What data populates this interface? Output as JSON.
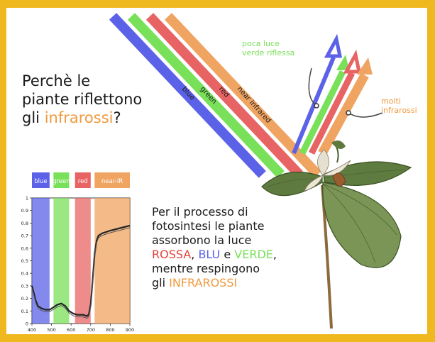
{
  "title": {
    "line1": "Perchè le",
    "line2": "piante riflettono",
    "line3_prefix": "gli ",
    "line3_highlight": "infrarossi",
    "line3_suffix": "?"
  },
  "beams": [
    {
      "label": "blue",
      "color": "#5b62e8"
    },
    {
      "label": "green",
      "color": "#79e05a"
    },
    {
      "label": "red",
      "color": "#e86464"
    },
    {
      "label": "near infrared",
      "color": "#f0a462"
    }
  ],
  "callouts": {
    "green_line1": "poca luce",
    "green_line2": "verde riflessa",
    "orange_line1": "molti",
    "orange_line2": "infrarossi"
  },
  "description": {
    "line1": "Per il processo di",
    "line2": "fotosintesi le piante",
    "line3": "assorbono la luce",
    "rossa": "ROSSA",
    "sep1": ", ",
    "blu": "BLU",
    "e": " e ",
    "verde": "VERDE",
    "comma": ",",
    "line5": "mentre respingono",
    "line6_prefix": "gli ",
    "infrarossi": "INFRAROSSI"
  },
  "spectrum": {
    "bands": [
      {
        "label": "blue",
        "color": "#5b62e8"
      },
      {
        "label": "green",
        "color": "#79e05a"
      },
      {
        "label": "red",
        "color": "#e86464"
      },
      {
        "label": "near-IR",
        "color": "#f0a462"
      }
    ],
    "yticks": [
      "0",
      "0.1",
      "0.2",
      "0.3",
      "0.4",
      "0.5",
      "0.6",
      "0.7",
      "0.8",
      "0.9",
      "1"
    ],
    "xticks": [
      "400",
      "500",
      "600",
      "700",
      "800",
      "900"
    ],
    "xlim": [
      400,
      900
    ],
    "ylim": [
      0,
      1
    ],
    "band_ranges": [
      [
        400,
        490
      ],
      [
        510,
        590
      ],
      [
        620,
        700
      ],
      [
        720,
        900
      ]
    ],
    "curve": [
      [
        400,
        0.3
      ],
      [
        410,
        0.24
      ],
      [
        420,
        0.18
      ],
      [
        430,
        0.14
      ],
      [
        450,
        0.12
      ],
      [
        470,
        0.11
      ],
      [
        490,
        0.11
      ],
      [
        510,
        0.13
      ],
      [
        530,
        0.15
      ],
      [
        550,
        0.16
      ],
      [
        570,
        0.14
      ],
      [
        590,
        0.1
      ],
      [
        610,
        0.08
      ],
      [
        630,
        0.07
      ],
      [
        660,
        0.07
      ],
      [
        680,
        0.06
      ],
      [
        690,
        0.07
      ],
      [
        700,
        0.15
      ],
      [
        710,
        0.35
      ],
      [
        720,
        0.55
      ],
      [
        730,
        0.66
      ],
      [
        740,
        0.7
      ],
      [
        760,
        0.72
      ],
      [
        800,
        0.74
      ],
      [
        850,
        0.76
      ],
      [
        900,
        0.78
      ]
    ]
  }
}
